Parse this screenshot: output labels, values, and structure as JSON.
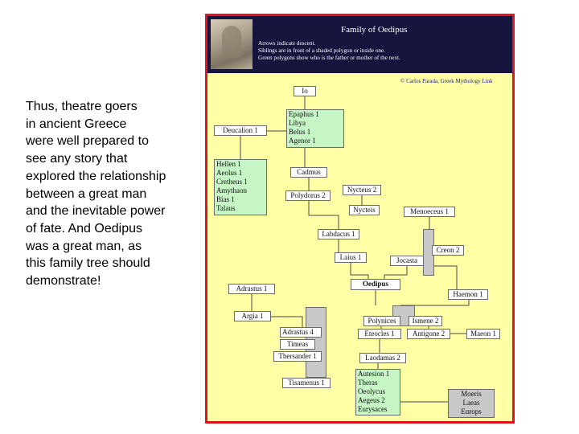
{
  "caption": "Thus, theatre goers\nin ancient Greece\nwere well prepared to\nsee any story that\nexplored the relationship\nbetween a great man\nand the inevitable power\nof fate. And Oedipus\nwas a great man, as\nthis family tree should\ndemonstrate!",
  "chart_data": {
    "type": "family-tree",
    "title": "Family of Oedipus",
    "notes": [
      "Arrows indicate descent.",
      "Siblings are in front of a shaded polygon or inside one.",
      "Green polygons show who is the father or mother of the next."
    ],
    "credit": "© Carlos Parada, Greek Mythology Link",
    "colors": {
      "frame": "#e0141e",
      "background": "#ffffa6",
      "header": "#14143c",
      "group": "#c6f5c6",
      "sibling_block": "#c8c8c8"
    },
    "nodes": {
      "io": {
        "lines": [
          "Io"
        ]
      },
      "epaphus_group": {
        "lines": [
          "Epaphus 1",
          "Libya",
          "Belus 1",
          "Agenor 1"
        ]
      },
      "deucalion": {
        "lines": [
          "Deucalion 1"
        ]
      },
      "hellen_group": {
        "lines": [
          "Hellen 1",
          "Aeolus 1",
          "Cretheus 1",
          "Amythaon",
          "Bias 1",
          "Talaus"
        ]
      },
      "cadmus": {
        "lines": [
          "Cadmus"
        ]
      },
      "polydorus": {
        "lines": [
          "Polydorus 2"
        ]
      },
      "nycteus_a": {
        "lines": [
          "Nycteus 2"
        ]
      },
      "nycteis": {
        "lines": [
          "Nycteis"
        ]
      },
      "menoeceus": {
        "lines": [
          "Menoeceus 1"
        ]
      },
      "labdacus": {
        "lines": [
          "Labdacus 1"
        ]
      },
      "creon": {
        "lines": [
          "Creon 2"
        ]
      },
      "laius": {
        "lines": [
          "Laius 1"
        ]
      },
      "jocasta": {
        "lines": [
          "Jocasta"
        ]
      },
      "adrastus": {
        "lines": [
          "Adrastus 1"
        ]
      },
      "oedipus": {
        "lines": [
          "Oedipus"
        ]
      },
      "haemon": {
        "lines": [
          "Haemon 1"
        ]
      },
      "argia": {
        "lines": [
          "Argia 1"
        ]
      },
      "polynices": {
        "lines": [
          "Polynices"
        ]
      },
      "ismene": {
        "lines": [
          "Ismene 2"
        ]
      },
      "adrastus4": {
        "lines": [
          "Adrastus 4"
        ]
      },
      "timeas": {
        "lines": [
          "Timeas"
        ]
      },
      "thersander": {
        "lines": [
          "Thersander 1"
        ]
      },
      "eteocles": {
        "lines": [
          "Eteocles 1"
        ]
      },
      "antigone": {
        "lines": [
          "Antigone 2"
        ]
      },
      "maeon": {
        "lines": [
          "Maeon 1"
        ]
      },
      "laodamas": {
        "lines": [
          "Laodamas 2"
        ]
      },
      "tisamenus": {
        "lines": [
          "Tisamenus 1"
        ]
      },
      "autesion_group": {
        "lines": [
          "Autesion 1",
          "Theras",
          "Oeolycus",
          "Aegeus 2",
          "Eurysaces"
        ]
      },
      "moeris_group": {
        "lines": [
          "Moeris",
          "Laeas",
          "Europs"
        ]
      }
    }
  }
}
